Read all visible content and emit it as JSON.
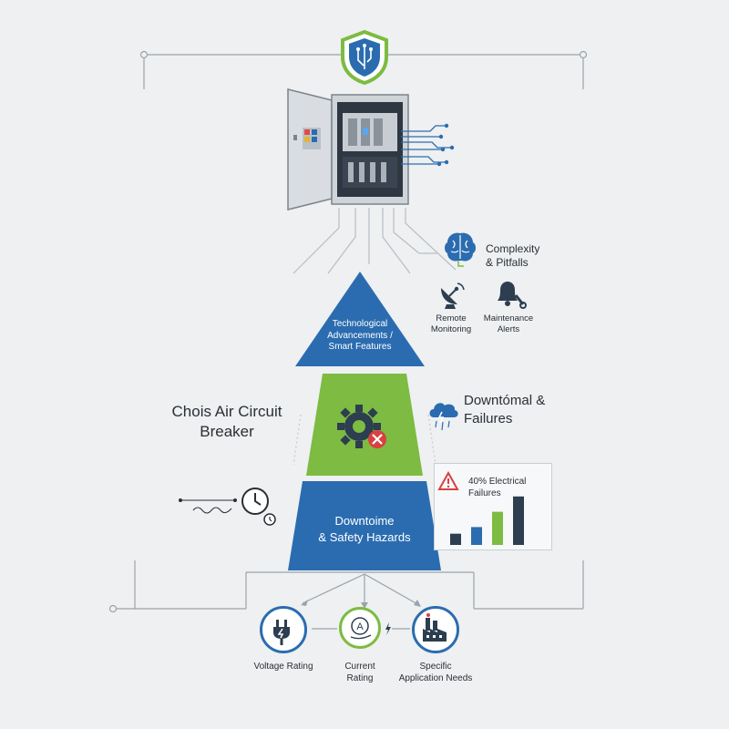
{
  "top_tier": {
    "line1": "Technological",
    "line2": "Advancements /",
    "line3": "Smart Features"
  },
  "middle_tier": {
    "left_title_line1": "Chois Air Circuit",
    "left_title_line2": "Breaker"
  },
  "bottom_tier": {
    "line1": "Downtoime",
    "line2": "& Safety Hazards"
  },
  "complexity": {
    "line1": "Complexity",
    "line2": "& Pitfalls"
  },
  "remote": {
    "line1": "Remote",
    "line2": "Monitoring"
  },
  "maintenance": {
    "line1": "Maintenance",
    "line2": "Alerts"
  },
  "downtime_right": {
    "line1": "Downtómal &",
    "line2": "Failures"
  },
  "stat_card": {
    "line1": "40% Electrical",
    "line2": "Failures"
  },
  "stat_bars": [
    0.22,
    0.35,
    0.65,
    0.95
  ],
  "stat_bar_colors": [
    "#2c3e50",
    "#2b6cb0",
    "#7dbb42",
    "#2c3e50"
  ],
  "bottom_items": {
    "voltage": "Voltage Rating",
    "current_line1": "Current",
    "current_line2": "Rating",
    "specific_line1": "Specific",
    "specific_line2": "Application Needs"
  },
  "colors": {
    "blue": "#2b6cb0",
    "green": "#7dbb42",
    "dark": "#2c3e50",
    "red": "#d94040"
  }
}
